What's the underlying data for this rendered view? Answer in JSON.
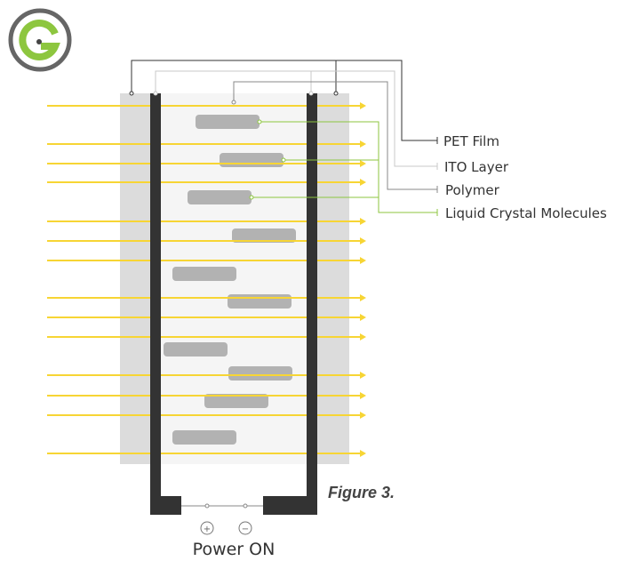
{
  "labels": {
    "pet_film": "PET Film",
    "ito_layer": "ITO Layer",
    "polymer": "Polymer",
    "liquid_crystal": "Liquid Crystal Molecules"
  },
  "figure_caption": "Figure 3.",
  "power_label": "Power ON",
  "terminals": {
    "plus": "+",
    "minus": "−"
  },
  "logo": {
    "icon": "g-logo-icon",
    "ring_color": "#666666",
    "accent_color": "#8dc63f"
  },
  "colors": {
    "light_ray": "#f7d534",
    "pet_film": "#dcdcdc",
    "polymer_bg": "#f5f5f5",
    "electrode": "#333333",
    "molecule": "#b2b2b2",
    "pet_line": "#333333",
    "ito_line": "#c8c8c8",
    "polymer_line": "#888888",
    "lc_line": "#8dc63f"
  }
}
